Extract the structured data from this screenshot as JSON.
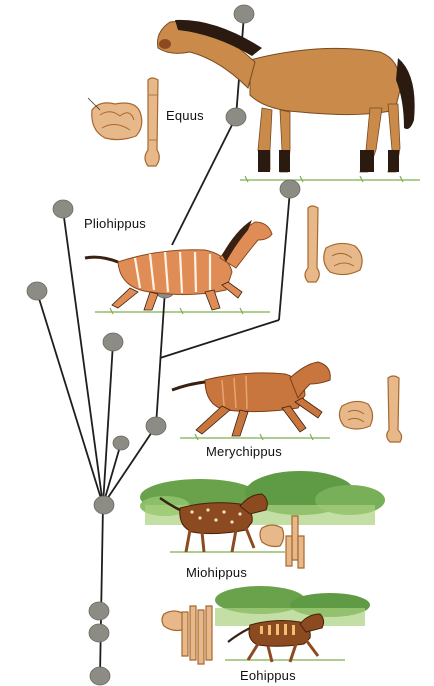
{
  "species": {
    "equus": "Equus",
    "pliohippus": "Pliohippus",
    "merychippus": "Merychippus",
    "miohippus": "Miohippus",
    "eohippus": "Eohippus"
  },
  "colors": {
    "node": "#8c8c84",
    "line": "#1e1e1e",
    "coat": "#c98a4a",
    "coat_dark": "#8b4a1f",
    "mane": "#2a1a10",
    "bone": "#e7b98a",
    "bone_edge": "#a8672f",
    "grass": "#7fae4f",
    "bush": "#5f9a45"
  },
  "icons": {
    "horse": "horse-icon",
    "leg_bone": "leg-bone-icon",
    "tooth": "tooth-icon",
    "node": "node-icon"
  }
}
